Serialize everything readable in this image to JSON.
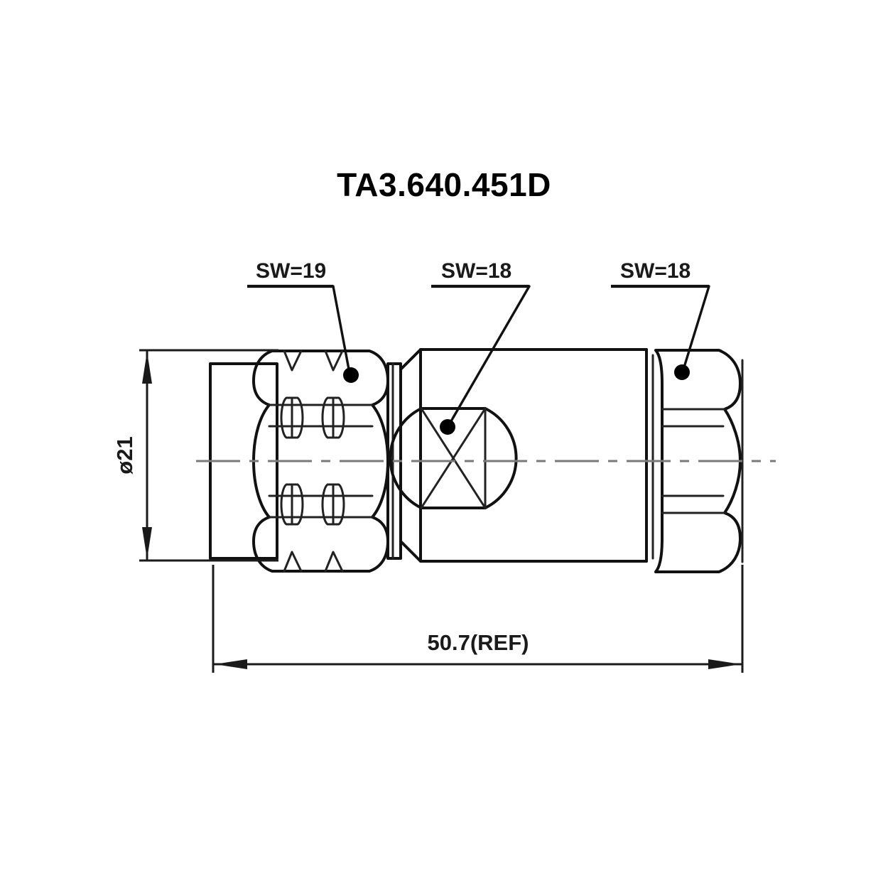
{
  "drawing": {
    "title": "TA3.640.451D",
    "background_color": "#ffffff",
    "line_color": "#111111",
    "centerline_color": "#7a7a7a"
  },
  "annotations": [
    {
      "id": "sw-left",
      "label": "SW=19",
      "target": "knurled-coupling-nut"
    },
    {
      "id": "sw-center",
      "label": "SW=18",
      "target": "hex-body"
    },
    {
      "id": "sw-right",
      "label": "SW=18",
      "target": "hex-nut"
    }
  ],
  "dimensions": {
    "diameter": {
      "label": "ø21",
      "orientation": "vertical",
      "value": "21"
    },
    "length": {
      "label": "50.7(REF)",
      "orientation": "horizontal",
      "value": "50.7"
    }
  },
  "views": {
    "main": {
      "name": "side-elevation",
      "parts": [
        "knurled-coupling-nut",
        "flange",
        "hex-body",
        "barrel",
        "hex-nut"
      ]
    }
  }
}
